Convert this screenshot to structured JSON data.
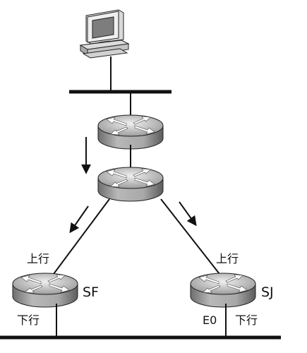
{
  "diagram": {
    "routers": {
      "sf": {
        "name": "SF",
        "upstream_label": "上行",
        "downstream_label": "下行"
      },
      "sj": {
        "name": "SJ",
        "upstream_label": "上行",
        "downstream_label": "下行",
        "interface_label": "E0"
      }
    },
    "arrows": [
      "down-arrow",
      "down-left-arrow",
      "down-right-arrow"
    ],
    "colors": {
      "line": "#111111",
      "router_top": "#d4d4d4",
      "router_side": "#9a9a9a",
      "router_glyph": "#ffffff"
    }
  }
}
